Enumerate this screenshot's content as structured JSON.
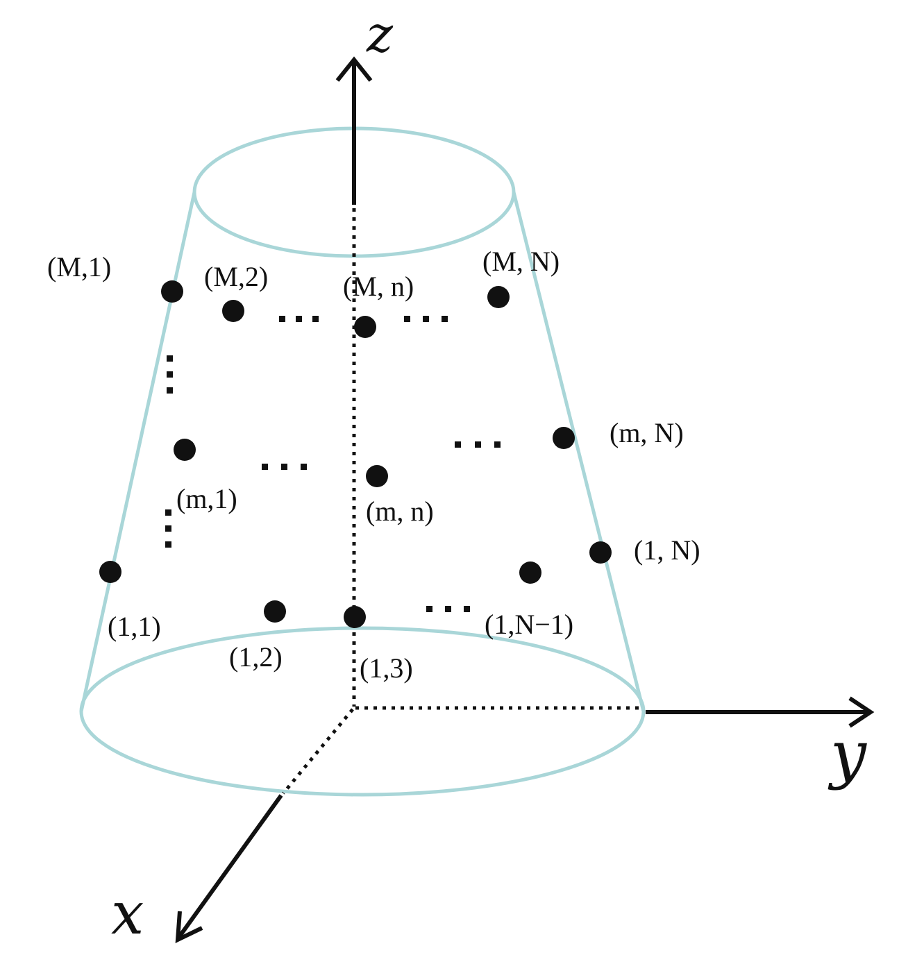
{
  "colors": {
    "cone": "#a9d6d8",
    "ink": "#111111",
    "background": "#ffffff"
  },
  "axes": {
    "z": "z",
    "y": "y",
    "x": "x"
  },
  "points": {
    "M1": "(M,1)",
    "M2": "(M,2)",
    "Mn": "(M, n)",
    "MN": "(M, N)",
    "mN": "(m, N)",
    "m1": "(m,1)",
    "mn": "(m, n)",
    "oneN": "(1, N)",
    "oneNminus1": "(1,N−1)",
    "one1": "(1,1)",
    "one2": "(1,2)",
    "one3": "(1,3)"
  },
  "ellipsis": {
    "h": "…",
    "v": "⋮"
  }
}
